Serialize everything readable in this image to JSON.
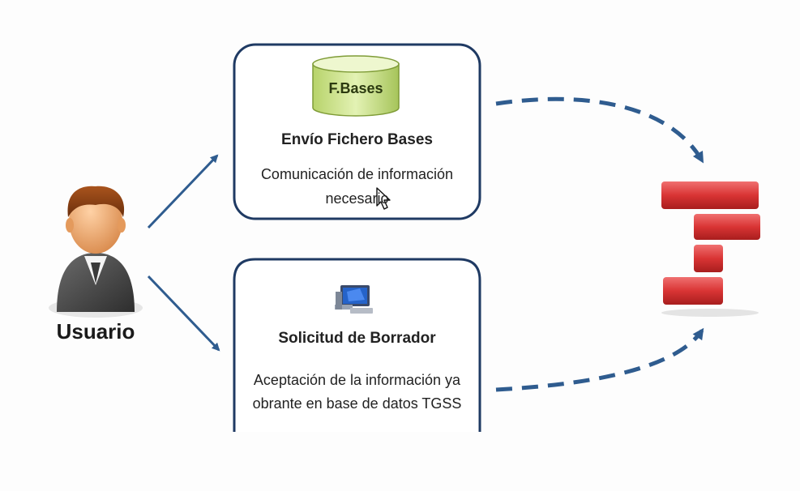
{
  "user": {
    "label": "Usuario"
  },
  "box_bases": {
    "db_label": "F.Bases",
    "title": "Envío Fichero Bases",
    "desc_line1": "Comunicación de información",
    "desc_line2": "necesario"
  },
  "box_borrador": {
    "title": "Solicitud de Borrador",
    "desc_line1": "Aceptación de la información ya",
    "desc_line2": "obrante en base de datos TGSS"
  },
  "colors": {
    "box_border": "#1f3a63",
    "arrow": "#2f5c8f",
    "logo_red": "#d93434",
    "cylinder_green": "#c9e08a"
  },
  "icons": {
    "user": "user-avatar-icon",
    "database": "database-cylinder-icon",
    "computer": "computer-icon",
    "cursor": "mouse-cursor-icon",
    "logo": "tgss-logo-icon"
  }
}
